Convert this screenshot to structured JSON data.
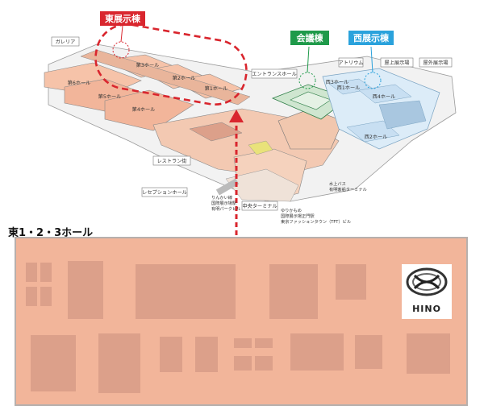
{
  "tags": {
    "east": {
      "label": "東展示棟",
      "color": "#d9262e"
    },
    "conference": {
      "label": "会議棟",
      "color": "#1f9a4a"
    },
    "west": {
      "label": "西展示棟",
      "color": "#2aa2dc"
    }
  },
  "map_labels": {
    "galleria": "ガレリア",
    "hall1": "第1ホール",
    "hall2": "第2ホール",
    "hall3": "第3ホール",
    "hall4": "第4ホール",
    "hall5": "第5ホール",
    "hall6": "第6ホール",
    "entrance_hall": "エントランスホール",
    "atrium": "アトリウム",
    "rooftop": "屋上展示場",
    "outdoor": "屋外展示場",
    "west1": "西1ホール",
    "west2": "西2ホール",
    "west3": "西3ホール",
    "west4": "西4ホール",
    "restaurant": "レストラン街",
    "reception": "レセプションホール",
    "central_terminal": "中央ターミナル",
    "rinkai_line1": "りんかい線",
    "rinkai_line2": "国際展示場駅",
    "rinkai_line3": "有明パークビル",
    "yurikamome1": "ゆりかもめ",
    "yurikamome2": "国際展示場正門駅",
    "yurikamome3": "東京ファッションタウン（TFT）ビル",
    "bus1": "水上バス",
    "bus2": "有明客船ターミナル"
  },
  "section": {
    "title": "東1・2・3ホール"
  },
  "logo": {
    "name": "hino-logo",
    "text": "HINO"
  },
  "colors": {
    "floor": "#f2b59a",
    "booth": "#dca08a",
    "highlight": "#d9262e"
  }
}
